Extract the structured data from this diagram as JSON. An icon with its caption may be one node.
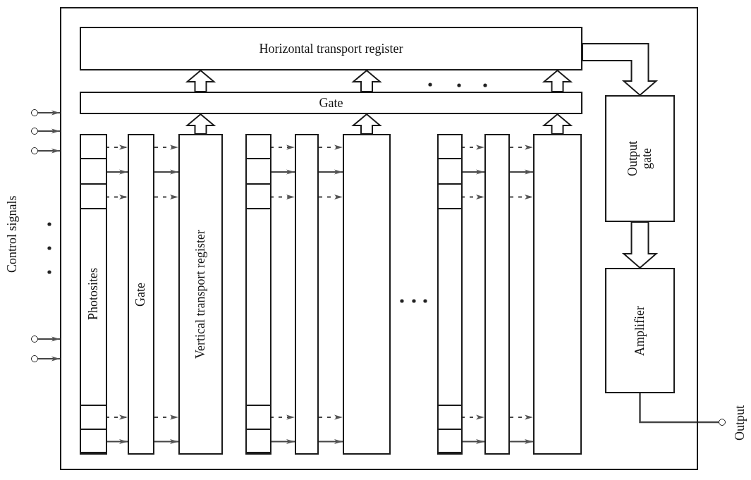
{
  "diagram": {
    "nodes": [
      {
        "text": [],
        "shape": "box"
      },
      {
        "text": [
          "Horizontal transport register"
        ],
        "in": 0
      },
      {
        "text": [
          "Gate"
        ],
        "in": 0
      },
      {
        "text": [
          "Output gate"
        ],
        "in": 0
      },
      {
        "text": [
          "Amplifier"
        ],
        "in": 0
      },
      {
        "text": [
          "Photosites"
        ],
        "in": 0
      },
      {
        "text": [],
        "shape": "box",
        "in": 5
      },
      {
        "text": [],
        "shape": "box",
        "in": 5
      },
      {
        "text": [],
        "shape": "box",
        "in": 5
      },
      {
        "text": [],
        "shape": "box",
        "in": 5
      },
      {
        "text": [],
        "shape": "box",
        "in": 5
      },
      {
        "text": [
          "Gate"
        ],
        "in": 0
      },
      {
        "text": [
          "Vertical transport register"
        ],
        "in": 0
      },
      {
        "text": [],
        "shape": "box",
        "in": 0
      },
      {
        "text": [],
        "shape": "box",
        "in": 13
      },
      {
        "text": [],
        "shape": "box",
        "in": 13
      },
      {
        "text": [],
        "shape": "box",
        "in": 13
      },
      {
        "text": [],
        "shape": "box",
        "in": 13
      },
      {
        "text": [],
        "shape": "box",
        "in": 13
      },
      {
        "text": [],
        "shape": "box",
        "in": 0
      },
      {
        "text": [],
        "shape": "box",
        "in": 0
      },
      {
        "text": [],
        "shape": "box",
        "in": 0
      },
      {
        "text": [],
        "shape": "box",
        "in": 21
      },
      {
        "text": [],
        "shape": "box",
        "in": 21
      },
      {
        "text": [],
        "shape": "box",
        "in": 21
      },
      {
        "text": [],
        "shape": "box",
        "in": 21
      },
      {
        "text": [],
        "shape": "box",
        "in": 21
      },
      {
        "text": [],
        "shape": "box",
        "in": 0
      },
      {
        "text": [],
        "shape": "box",
        "in": 0
      },
      {
        "text": [],
        "shape": "circle"
      },
      {
        "text": [],
        "shape": "circle"
      },
      {
        "text": [],
        "shape": "circle"
      },
      {
        "text": [],
        "shape": "circle"
      },
      {
        "text": [],
        "shape": "circle"
      },
      {
        "text": [],
        "shape": "circle",
        "beside": [
          "Output"
        ]
      }
    ],
    "edges": [
      {
        "from": 12,
        "to": 2,
        "arrow": "to",
        "style": "thick"
      },
      {
        "from": 2,
        "to": 1,
        "arrow": "to",
        "style": "thick"
      },
      {
        "from": 20,
        "to": 2,
        "arrow": "to",
        "style": "thick"
      },
      {
        "from": 2,
        "to": 1,
        "arrow": "to",
        "style": "thick"
      },
      {
        "from": 28,
        "to": 2,
        "arrow": "to",
        "style": "thick"
      },
      {
        "from": 2,
        "to": 1,
        "arrow": "to",
        "style": "thick"
      },
      {
        "from": 1,
        "to": 3,
        "arrow": "to",
        "style": "thick"
      },
      {
        "from": 3,
        "to": 4,
        "arrow": "to",
        "style": "thick"
      },
      {
        "from": 4,
        "to": 34,
        "arrow": "none"
      },
      {
        "from": 29,
        "to": 0,
        "arrow": "to"
      },
      {
        "from": 30,
        "to": 0,
        "arrow": "to"
      },
      {
        "from": 31,
        "to": 0,
        "arrow": "to"
      },
      {
        "from": 32,
        "to": 0,
        "arrow": "to"
      },
      {
        "from": 33,
        "to": 0,
        "arrow": "to"
      },
      {
        "from": 6,
        "to": 11,
        "arrow": "to",
        "style": "dashed"
      },
      {
        "from": 11,
        "to": 12,
        "arrow": "to",
        "style": "dashed"
      },
      {
        "from": 7,
        "to": 11,
        "arrow": "to"
      },
      {
        "from": 11,
        "to": 12,
        "arrow": "to"
      },
      {
        "from": 8,
        "to": 11,
        "arrow": "to",
        "style": "dashed"
      },
      {
        "from": 11,
        "to": 12,
        "arrow": "to",
        "style": "dashed"
      },
      {
        "from": 9,
        "to": 11,
        "arrow": "to",
        "style": "dashed"
      },
      {
        "from": 11,
        "to": 12,
        "arrow": "to",
        "style": "dashed"
      },
      {
        "from": 10,
        "to": 11,
        "arrow": "to"
      },
      {
        "from": 11,
        "to": 12,
        "arrow": "to"
      },
      {
        "from": 14,
        "to": 19,
        "arrow": "to",
        "style": "dashed"
      },
      {
        "from": 19,
        "to": 20,
        "arrow": "to",
        "style": "dashed"
      },
      {
        "from": 15,
        "to": 19,
        "arrow": "to"
      },
      {
        "from": 19,
        "to": 20,
        "arrow": "to"
      },
      {
        "from": 16,
        "to": 19,
        "arrow": "to",
        "style": "dashed"
      },
      {
        "from": 19,
        "to": 20,
        "arrow": "to",
        "style": "dashed"
      },
      {
        "from": 17,
        "to": 19,
        "arrow": "to",
        "style": "dashed"
      },
      {
        "from": 19,
        "to": 20,
        "arrow": "to",
        "style": "dashed"
      },
      {
        "from": 18,
        "to": 19,
        "arrow": "to"
      },
      {
        "from": 19,
        "to": 20,
        "arrow": "to"
      },
      {
        "from": 22,
        "to": 27,
        "arrow": "to",
        "style": "dashed"
      },
      {
        "from": 27,
        "to": 28,
        "arrow": "to",
        "style": "dashed"
      },
      {
        "from": 23,
        "to": 27,
        "arrow": "to"
      },
      {
        "from": 27,
        "to": 28,
        "arrow": "to"
      },
      {
        "from": 24,
        "to": 27,
        "arrow": "to",
        "style": "dashed"
      },
      {
        "from": 27,
        "to": 28,
        "arrow": "to",
        "style": "dashed"
      },
      {
        "from": 25,
        "to": 27,
        "arrow": "to",
        "style": "dashed"
      },
      {
        "from": 27,
        "to": 28,
        "arrow": "to",
        "style": "dashed"
      },
      {
        "from": 26,
        "to": 27,
        "arrow": "to"
      },
      {
        "from": 27,
        "to": 28,
        "arrow": "to"
      }
    ],
    "labels": [
      "Control signals"
    ]
  }
}
